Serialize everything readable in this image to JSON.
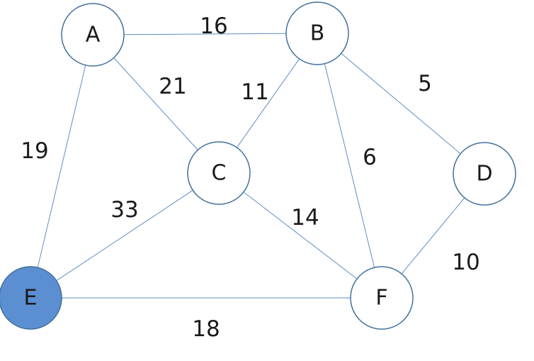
{
  "graph": {
    "nodes": [
      {
        "id": "A",
        "label": "A",
        "highlighted": false
      },
      {
        "id": "B",
        "label": "B",
        "highlighted": false
      },
      {
        "id": "C",
        "label": "C",
        "highlighted": false
      },
      {
        "id": "D",
        "label": "D",
        "highlighted": false
      },
      {
        "id": "E",
        "label": "E",
        "highlighted": true
      },
      {
        "id": "F",
        "label": "F",
        "highlighted": false
      }
    ],
    "edges": [
      {
        "from": "A",
        "to": "B",
        "weight": "16"
      },
      {
        "from": "A",
        "to": "C",
        "weight": "21"
      },
      {
        "from": "A",
        "to": "E",
        "weight": "19"
      },
      {
        "from": "B",
        "to": "C",
        "weight": "11"
      },
      {
        "from": "B",
        "to": "D",
        "weight": "5"
      },
      {
        "from": "B",
        "to": "F",
        "weight": "6"
      },
      {
        "from": "C",
        "to": "E",
        "weight": "33"
      },
      {
        "from": "C",
        "to": "F",
        "weight": "14"
      },
      {
        "from": "D",
        "to": "F",
        "weight": "10"
      },
      {
        "from": "E",
        "to": "F",
        "weight": "18"
      }
    ]
  },
  "colors": {
    "node_fill": "#ffffff",
    "node_stroke": "#41719c",
    "highlight_fill": "#5b8fd1",
    "edge_stroke": "#5b8fc7",
    "text": "#1a1a1a"
  }
}
